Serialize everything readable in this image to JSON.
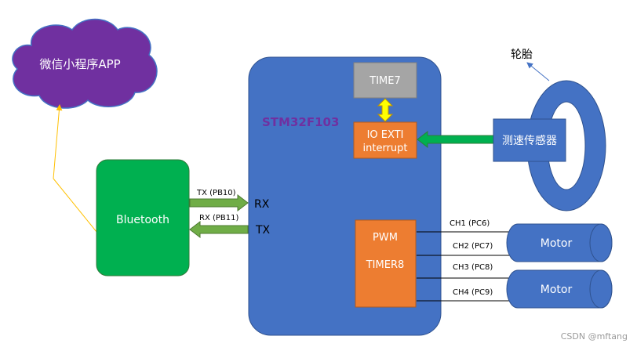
{
  "cloud": {
    "label": "微信小程序APP",
    "color": "#7030a0"
  },
  "bluetooth": {
    "label": "Bluetooth",
    "color": "#00b050"
  },
  "mcu": {
    "label": "STM32F103",
    "rx_label": "RX",
    "tx_label": "TX",
    "color": "#4472c4",
    "label_color": "#7030a0"
  },
  "time7": {
    "label": "TIME7"
  },
  "io_exti": {
    "line1": "IO EXTI",
    "line2": "interrupt"
  },
  "pwm_block": {
    "line1": "PWM",
    "line2": "TIMER8"
  },
  "uart": {
    "tx_pin": "TX (PB10)",
    "rx_pin": "RX (PB11)"
  },
  "sensor": {
    "label": "测速传感器"
  },
  "tire": {
    "label": "轮胎"
  },
  "channels": [
    {
      "label": "CH1 (PC6)"
    },
    {
      "label": "CH2 (PC7)"
    },
    {
      "label": "CH3 (PC8)"
    },
    {
      "label": "CH4 (PC9)"
    }
  ],
  "motors": [
    {
      "label": "Motor"
    },
    {
      "label": "Motor"
    }
  ],
  "watermark": "CSDN @mftang"
}
